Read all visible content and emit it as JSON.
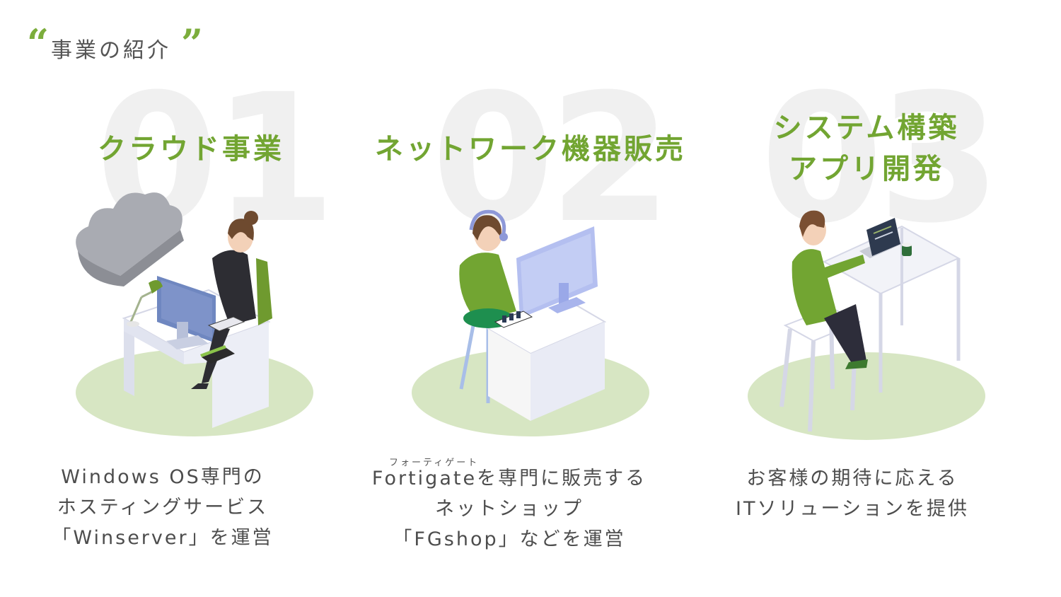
{
  "header": {
    "title": "事業の紹介",
    "open_quote": "“",
    "close_quote": "”"
  },
  "cards": [
    {
      "number": "01",
      "title_lines": [
        "クラウド事業"
      ],
      "desc_lines": [
        "Windows OS専門の",
        "ホスティングサービス",
        "「Winserver」を運営"
      ]
    },
    {
      "number": "02",
      "title_lines": [
        "ネットワーク機器販売"
      ],
      "ruby": "フォーティゲート",
      "desc_lines": [
        "Fortigateを専門に販売する",
        "ネットショップ",
        "「FGshop」などを運営"
      ]
    },
    {
      "number": "03",
      "title_lines": [
        "システム構築",
        "アプリ開発"
      ],
      "desc_lines": [
        "お客様の期待に応える",
        "ITソリューションを提供"
      ]
    }
  ],
  "colors": {
    "accent": "#72a532",
    "floor": "#d7e6c3",
    "number": "#f0f0f0"
  }
}
